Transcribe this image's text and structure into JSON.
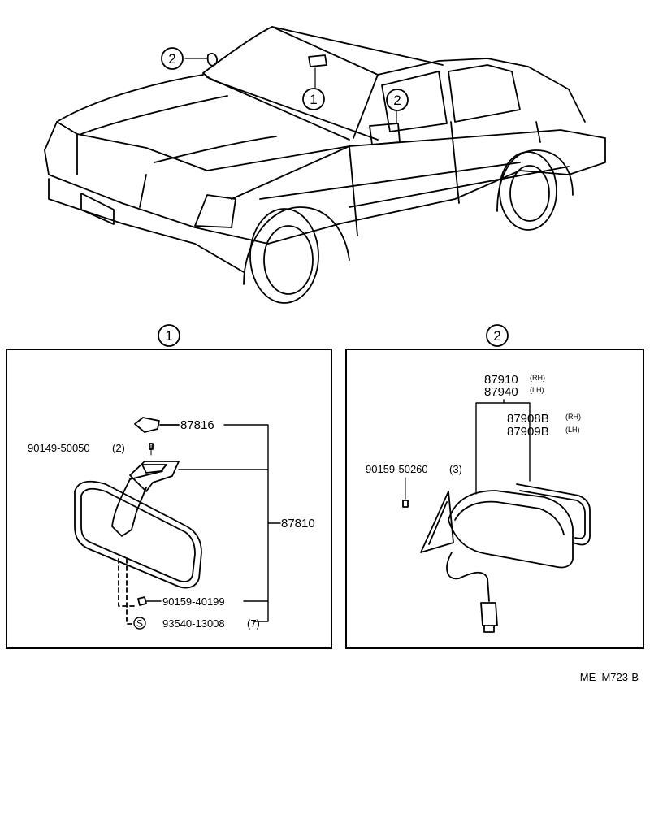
{
  "overview": {
    "callouts": [
      {
        "number": "2"
      },
      {
        "number": "1"
      },
      {
        "number": "2"
      }
    ]
  },
  "panels": [
    {
      "number": "1",
      "parts": {
        "retainer": "87816",
        "assembly": "87810",
        "screw": "90149-50050",
        "screw_qty": "(2)",
        "screw2": "90159-40199",
        "std_mark": "S",
        "std_part": "93540-13008",
        "std_qty": "(7)"
      }
    },
    {
      "number": "2",
      "parts": {
        "mirror_rh": "87910",
        "mirror_lh": "87940",
        "glass_rh": "87908B",
        "glass_lh": "87909B",
        "rh_tag": "(RH)",
        "lh_tag": "(LH)",
        "screw": "90159-50260",
        "screw_qty": "(3)"
      }
    }
  ],
  "footer": {
    "code": "ME  M723-B"
  }
}
